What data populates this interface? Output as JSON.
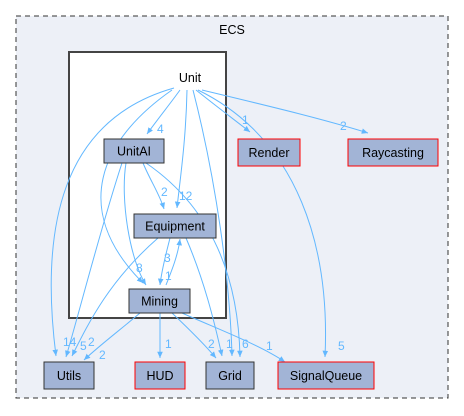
{
  "cluster": {
    "title": "ECS"
  },
  "group": {
    "title": "Unit"
  },
  "nodes": {
    "unitai": "UnitAI",
    "equipment": "Equipment",
    "mining": "Mining",
    "render": "Render",
    "raycasting": "Raycasting",
    "utils": "Utils",
    "hud": "HUD",
    "grid": "Grid",
    "signalqueue": "SignalQueue"
  },
  "edges": {
    "unit_unitai": "4",
    "unit_render": "1",
    "unit_raycasting": "2",
    "unit_equipment": "12",
    "unit_mining": "8",
    "unit_grid": "6",
    "unit_signalqueue": "5",
    "unit_utils": "14",
    "unitai_equipment": "2",
    "unitai_mining": "1",
    "equipment_mining": "1",
    "mining_equipment": "3",
    "mining_utils": "2",
    "mining_hud": "1",
    "mining_grid": "2",
    "mining_signalqueue": "1",
    "unitai_utils": "5",
    "unitai_grid": "1",
    "equipment_utils": "2"
  },
  "colors": {
    "edge": "#63b8ff",
    "node_fill": "#a2b4d6",
    "node_border": "#333333",
    "external_border": "#ff0000",
    "cluster_fill": "#edf0f7",
    "cluster_border": "#333333"
  }
}
